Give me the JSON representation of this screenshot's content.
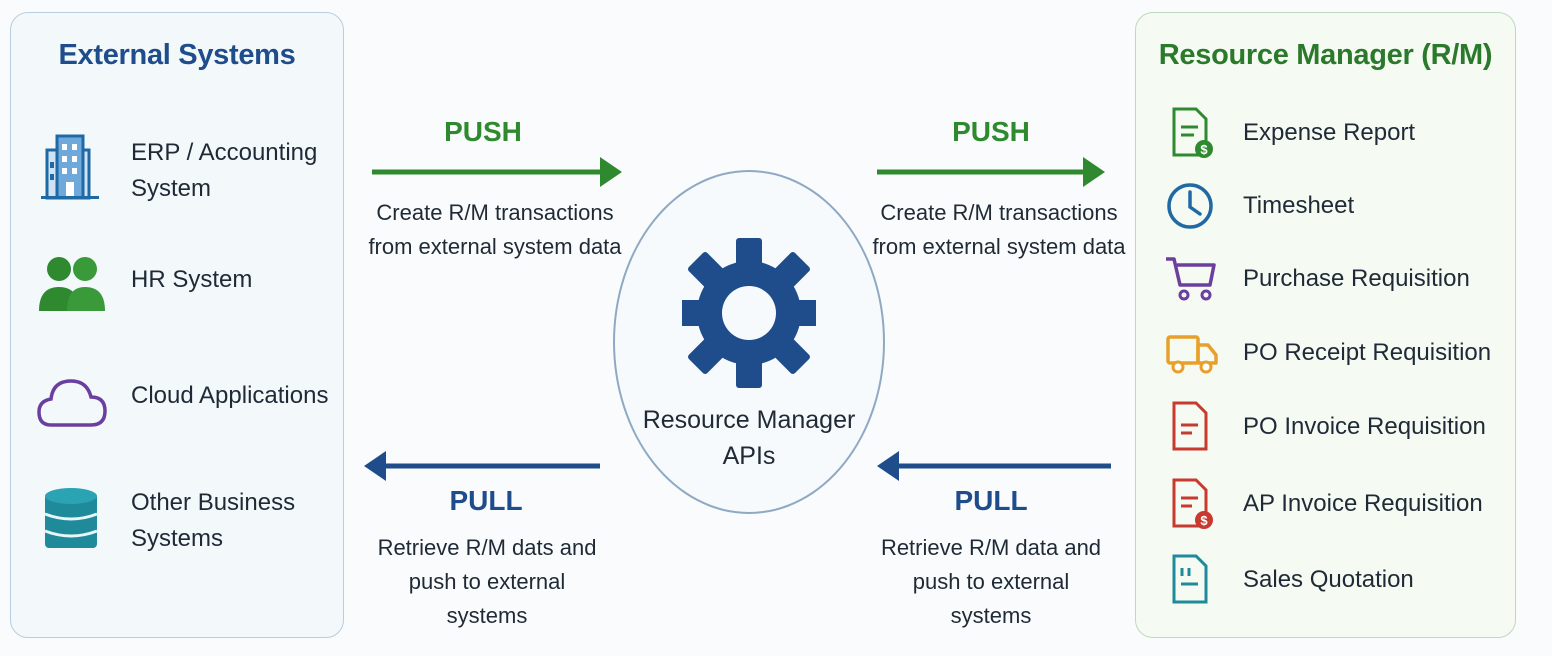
{
  "external": {
    "title": "External Systems",
    "items": [
      {
        "label": "ERP / Accounting\nSystem",
        "icon": "building-icon"
      },
      {
        "label": "HR System",
        "icon": "users-icon"
      },
      {
        "label": "Cloud Applications",
        "icon": "cloud-icon"
      },
      {
        "label": "Other Business\nSystems",
        "icon": "database-icon"
      }
    ]
  },
  "rm": {
    "title": "Resource Manager (R/M)",
    "items": [
      {
        "label": "Expense Report",
        "icon": "expense-document-icon",
        "color": "#2f8a2f"
      },
      {
        "label": "Timesheet",
        "icon": "clock-icon",
        "color": "#1f6aa5"
      },
      {
        "label": "Purchase Requisition",
        "icon": "cart-icon",
        "color": "#6b3fa0"
      },
      {
        "label": "PO Receipt Requisition",
        "icon": "truck-icon",
        "color": "#e8a02a"
      },
      {
        "label": "PO Invoice Requisition",
        "icon": "document-icon",
        "color": "#c8392f"
      },
      {
        "label": "AP Invoice Requisition",
        "icon": "invoice-document-icon",
        "color": "#c8392f"
      },
      {
        "label": "Sales Quotation",
        "icon": "quote-document-icon",
        "color": "#1f8a9a"
      }
    ]
  },
  "center": {
    "label": "Resource Manager\nAPIs",
    "icon": "gear-icon"
  },
  "flows": {
    "left_push": {
      "label": "PUSH",
      "desc": "Create R/M transactions\nfrom external system data"
    },
    "right_push": {
      "label": "PUSH",
      "desc": "Create R/M transactions\nfrom external system data"
    },
    "left_pull": {
      "label": "PULL",
      "desc": "Retrieve R/M dats and\npush to external\nsystems"
    },
    "right_pull": {
      "label": "PULL",
      "desc": "Retrieve  R/M data and\npush to external\nsystems"
    }
  },
  "colors": {
    "push": "#2f8a2f",
    "pull": "#1f4d8c",
    "gear": "#1f4d8c"
  }
}
